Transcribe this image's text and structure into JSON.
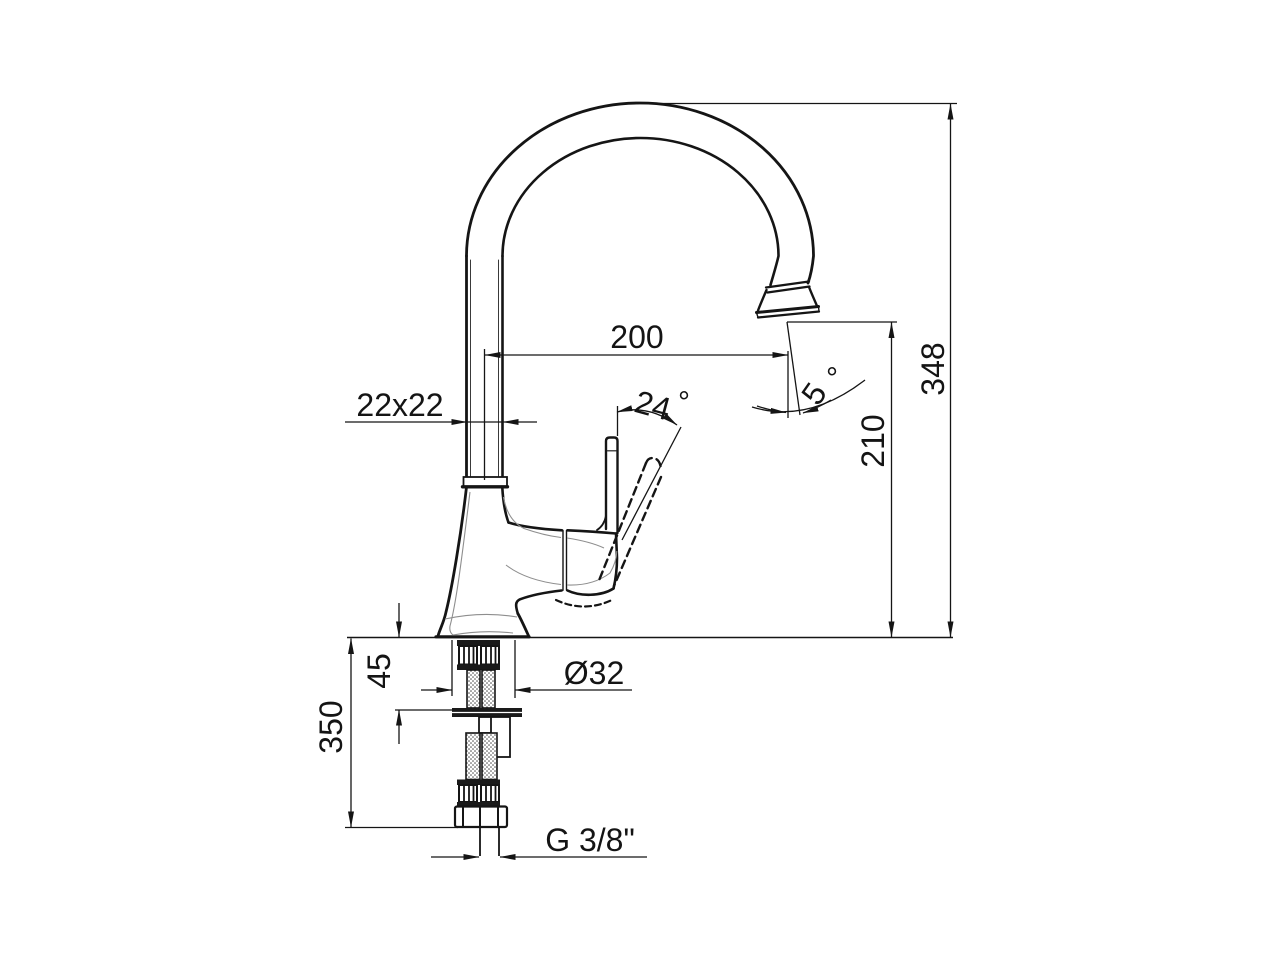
{
  "drawing": {
    "type": "faucet-technical-dimension-drawing",
    "labels": {
      "spout_reach": "200",
      "overall_height": "348",
      "outlet_height": "210",
      "body_section": "22x22",
      "handle_angle": "24",
      "spout_tilt_angle": "5",
      "degree_symbol": "°",
      "base_to_bracket": "45",
      "under_counter_length": "350",
      "hole_diameter": "Ø32",
      "thread_size": "G 3/8\""
    },
    "colors": {
      "ink": "#151515",
      "thin_contour": "#8e8e8e",
      "background": "#ffffff"
    }
  }
}
